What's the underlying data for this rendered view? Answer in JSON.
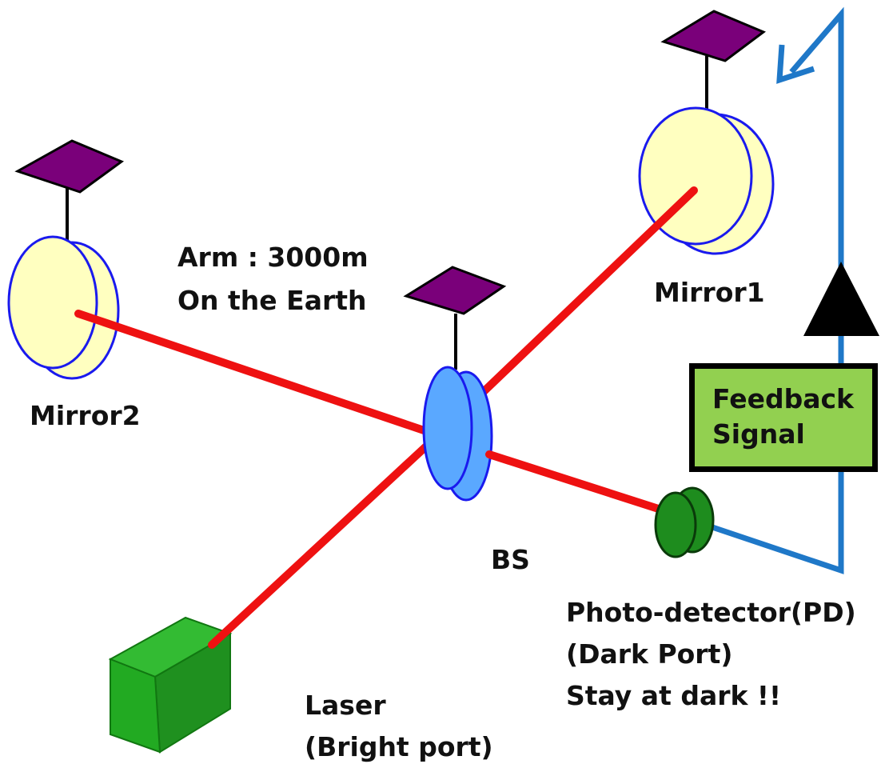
{
  "labels": {
    "arm_line1": "Arm : 3000m",
    "arm_line2": "On the Earth",
    "mirror1": "Mirror1",
    "mirror2": "Mirror2",
    "bs": "BS",
    "laser_line1": "Laser",
    "laser_line2": "(Bright port)",
    "pd_line1": "Photo-detector(PD)",
    "pd_line2": "(Dark Port)",
    "pd_line3": "Stay at dark !!",
    "feedback_line1": "Feedback",
    "feedback_line2": "Signal"
  },
  "colors": {
    "beam": "#ee1111",
    "feedback_line": "#1f78c8",
    "mirror_fill": "#ffffc0",
    "mirror_edge": "#1a1aee",
    "bs_fill": "#5aa8ff",
    "suspension_plate": "#7a007a",
    "laser_fill": "#22aa22",
    "pd_fill": "#1e8c1e",
    "feedback_box_fill": "#92d050"
  }
}
